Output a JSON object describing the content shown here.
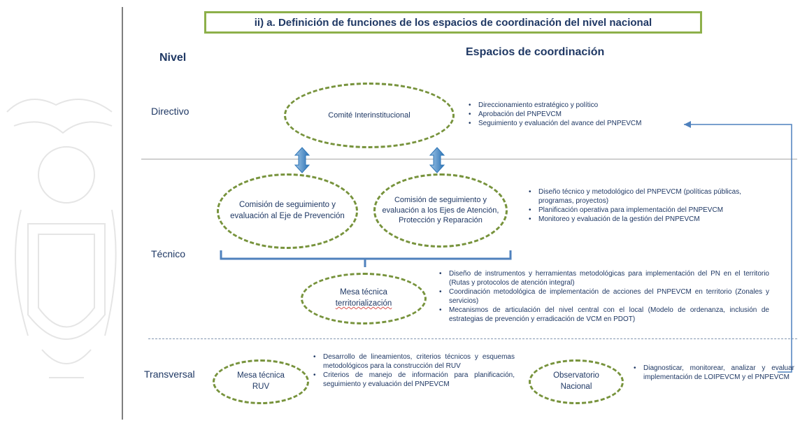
{
  "title": "ii) a. Definición de funciones de los espacios de coordinación del nivel nacional",
  "headers": {
    "nivel": "Nivel",
    "espacios": "Espacios de coordinación"
  },
  "levels": {
    "directivo": "Directivo",
    "tecnico": "Técnico",
    "transversal": "Transversal"
  },
  "nodes": {
    "comite": "Comité Interinstitucional",
    "comision_prevencion": "Comisión de seguimiento y evaluación al Eje de Prevención",
    "comision_ejes_prefix": "Comisión de seguimiento y evaluación a los Ejes de Atención, Protección y ",
    "comision_ejes_last": "Reparación",
    "mesa_territorial_line1": "Mesa técnica",
    "mesa_territorial_line2": "territorialización",
    "mesa_ruv": "Mesa técnica RUV",
    "observatorio": "Observatorio Nacional"
  },
  "bullets": {
    "directivo": [
      "Direccionamiento estratégico y político",
      "Aprobación del PNPEVCM",
      "Seguimiento y evaluación del avance del PNPEVCM"
    ],
    "comisiones": [
      "Diseño técnico y metodológico del PNPEVCM (políticas públicas, programas, proyectos)",
      "Planificación operativa para implementación del PNPEVCM",
      "Monitoreo y evaluación de la gestión del PNPEVCM"
    ],
    "mesa_territorial": [
      "Diseño de instrumentos y herramientas metodológicas para implementación del PN en el territorio (Rutas y protocolos de atención integral)",
      "Coordinación metodológica de implementación de acciones del PNPEVCM en territorio (Zonales y servicios)",
      "Mecanismos de articulación del nivel central con el local (Modelo de ordenanza, inclusión de estrategias de prevención y erradicación de VCM en PDOT)"
    ],
    "ruv": [
      "Desarrollo de lineamientos, criterios técnicos y esquemas metodológicos para la construcción del RUV",
      "Criterios de manejo de información para planificación, seguimiento y evaluación del PNPEVCM"
    ],
    "observatorio": [
      "Diagnosticar, monitorear, analizar y evaluar implementación de LOIPEVCM y el PNPEVCM"
    ]
  },
  "colors": {
    "title_border": "#8db04a",
    "oval_border": "#77933c",
    "text": "#1f3864",
    "connector": "#4f81bd",
    "arrow_fill": "#5b9bd5"
  }
}
